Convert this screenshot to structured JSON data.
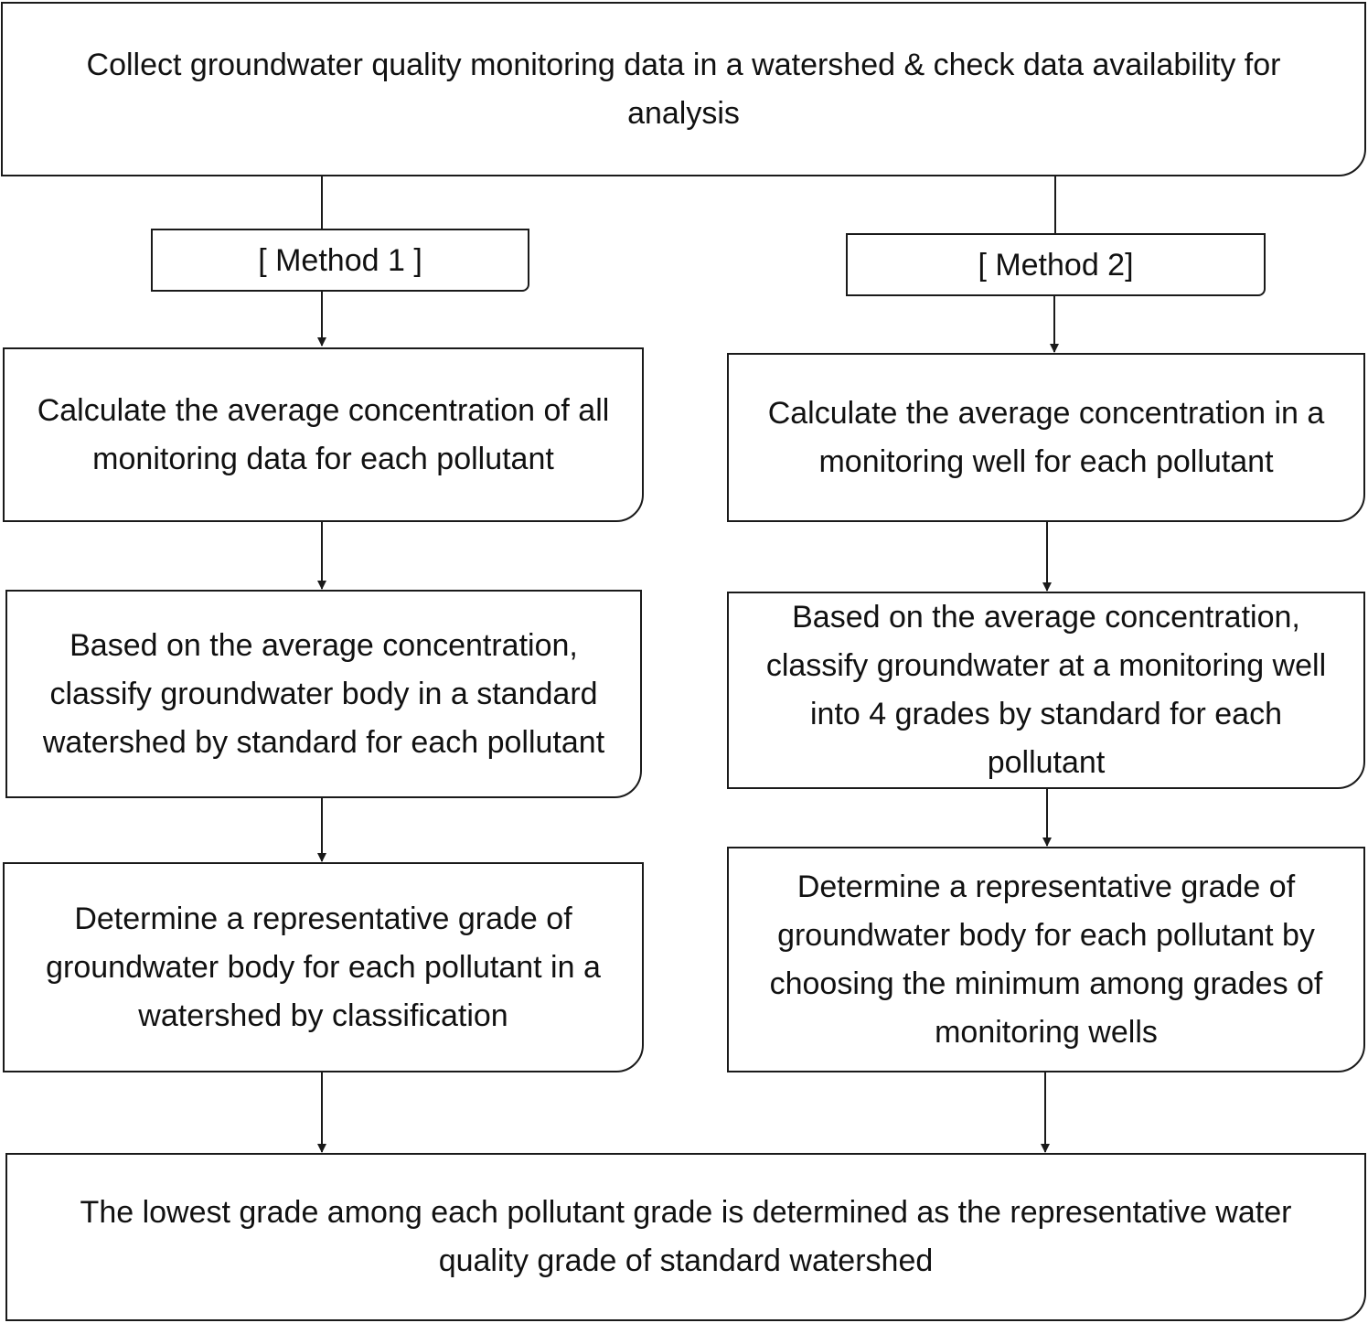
{
  "start": {
    "text": "Collect groundwater quality monitoring data in a watershed & check data availability for analysis"
  },
  "method1": {
    "label": "[ Method 1 ]",
    "steps": [
      "Calculate the average concentration of all monitoring data for each pollutant",
      "Based on the average concentration, classify groundwater body in a standard watershed by standard for each pollutant",
      "Determine a representative grade of groundwater body for each pollutant in a watershed by classification"
    ]
  },
  "method2": {
    "label": "[ Method 2]",
    "steps": [
      "Calculate the average concentration in a monitoring well for each pollutant",
      "Based on the average concentration, classify groundwater at a monitoring well into 4 grades by standard for each pollutant",
      "Determine a representative grade of groundwater body for each pollutant by choosing the minimum among grades of monitoring wells"
    ]
  },
  "final": {
    "text": "The lowest grade among each pollutant grade is determined as the representative water quality grade of standard watershed"
  }
}
